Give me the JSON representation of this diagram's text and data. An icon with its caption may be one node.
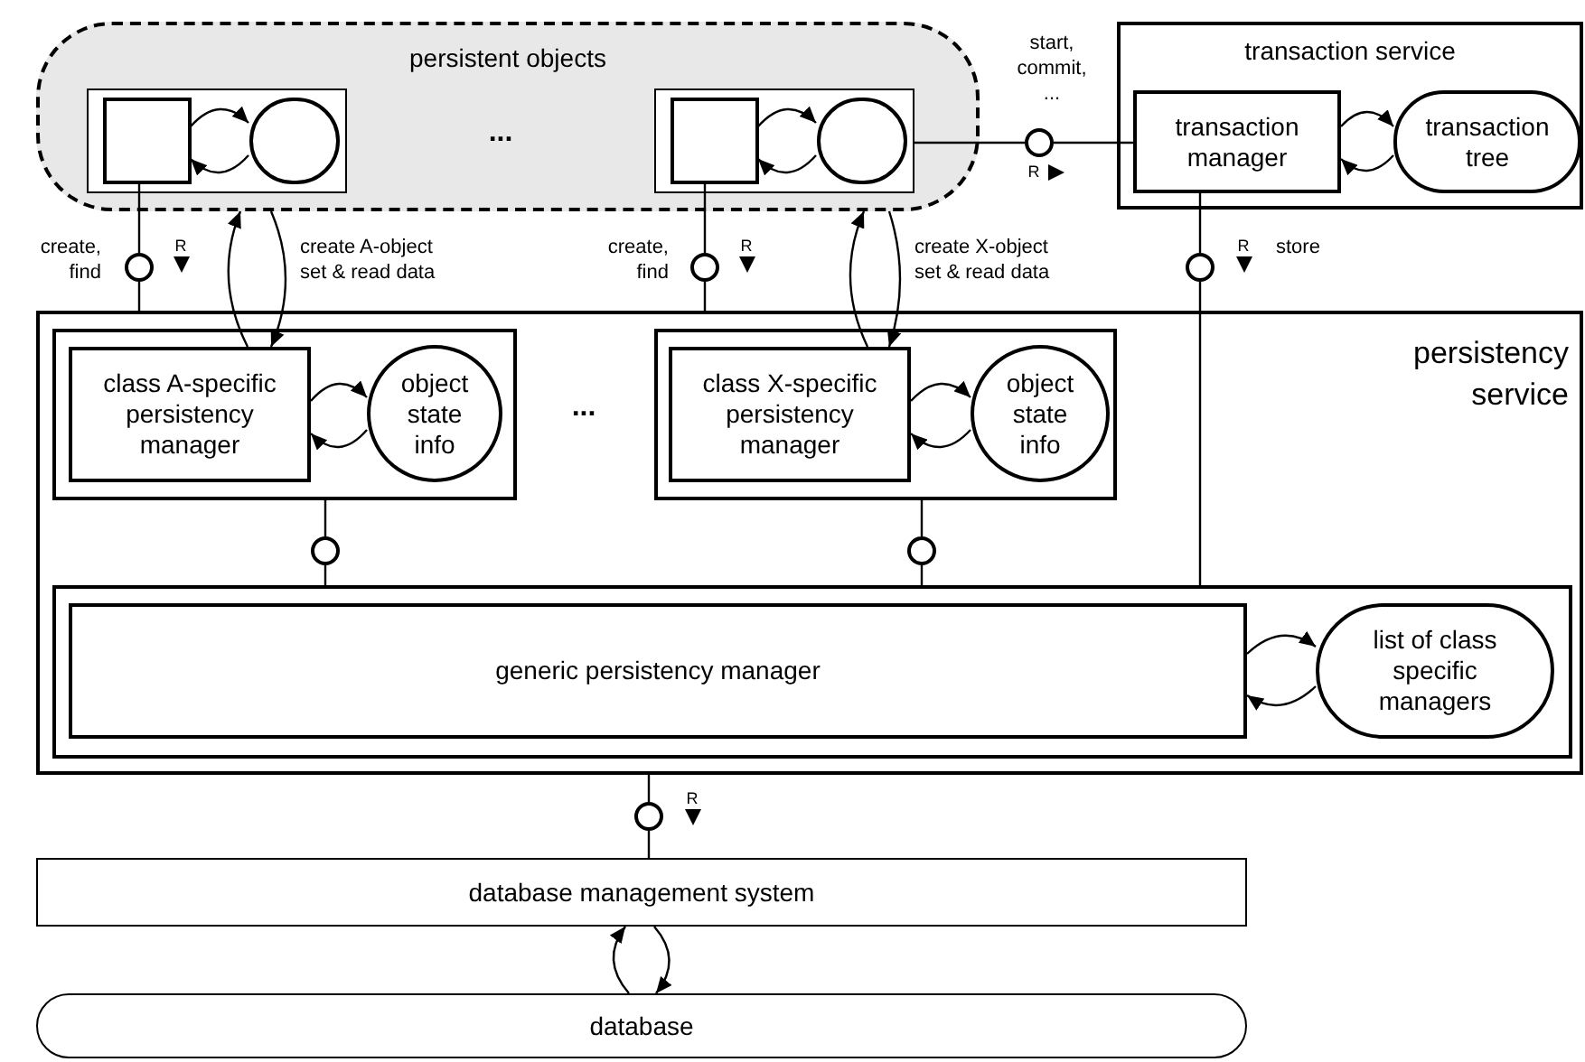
{
  "diagram": {
    "nodes": [
      {
        "text": [
          "persistent objects"
        ]
      },
      {
        "text": [],
        "shape": "box",
        "in": 0
      },
      {
        "text": [],
        "shape": "box",
        "in": 1
      },
      {
        "text": [],
        "shape": "oval",
        "in": 1
      },
      {
        "text": [],
        "shape": "box",
        "in": 0
      },
      {
        "text": [],
        "shape": "box",
        "in": 4
      },
      {
        "text": [],
        "shape": "oval",
        "in": 4
      },
      {
        "text": [
          "transaction service"
        ]
      },
      {
        "text": [
          "transaction manager"
        ],
        "in": 7
      },
      {
        "text": [
          "transaction tree"
        ],
        "in": 7
      },
      {
        "text": [
          "persistency service"
        ]
      },
      {
        "text": [],
        "shape": "box",
        "in": 10
      },
      {
        "text": [
          "class A-specific persistency manager"
        ],
        "in": 11
      },
      {
        "text": [
          "object state info"
        ],
        "in": 11
      },
      {
        "text": [],
        "shape": "box",
        "in": 10
      },
      {
        "text": [
          "class X-specific persistency manager"
        ],
        "in": 14
      },
      {
        "text": [
          "object state info"
        ],
        "in": 14
      },
      {
        "text": [],
        "shape": "box",
        "in": 10
      },
      {
        "text": [
          "generic persistency manager"
        ],
        "in": 17
      },
      {
        "text": [
          "list of class specific managers"
        ],
        "in": 17
      },
      {
        "text": [
          "database management system"
        ]
      },
      {
        "text": [
          "database"
        ]
      },
      {
        "text": [],
        "shape": "circle",
        "beside": [
          "create, find",
          "R"
        ]
      },
      {
        "text": [],
        "shape": "circle",
        "beside": [
          "create, find",
          "R"
        ]
      },
      {
        "text": [],
        "shape": "circle",
        "beside": [
          "start, commit, ...",
          "R"
        ]
      },
      {
        "text": [],
        "shape": "circle",
        "beside": [
          "R",
          "store"
        ]
      },
      {
        "text": [],
        "shape": "circle",
        "in": 10
      },
      {
        "text": [],
        "shape": "circle",
        "in": 10
      },
      {
        "text": [],
        "shape": "circle",
        "beside": [
          "R"
        ]
      }
    ],
    "edges": [
      {
        "from": 2,
        "to": 22,
        "arrow": "none"
      },
      {
        "from": 22,
        "to": 10,
        "arrow": "none"
      },
      {
        "from": 5,
        "to": 23,
        "arrow": "none"
      },
      {
        "from": 23,
        "to": 10,
        "arrow": "none"
      },
      {
        "from": 4,
        "to": 24,
        "arrow": "none"
      },
      {
        "from": 24,
        "to": 8,
        "arrow": "none"
      },
      {
        "from": 8,
        "to": 25,
        "arrow": "none"
      },
      {
        "from": 25,
        "to": 17,
        "arrow": "none"
      },
      {
        "from": 11,
        "to": 26,
        "arrow": "none"
      },
      {
        "from": 26,
        "to": 17,
        "arrow": "none"
      },
      {
        "from": 14,
        "to": 27,
        "arrow": "none"
      },
      {
        "from": 27,
        "to": 17,
        "arrow": "none"
      },
      {
        "from": 10,
        "to": 28,
        "arrow": "none"
      },
      {
        "from": 28,
        "to": 20,
        "arrow": "none"
      },
      {
        "from": 2,
        "to": 3,
        "arrow": "to"
      },
      {
        "from": 3,
        "to": 2,
        "arrow": "to"
      },
      {
        "from": 5,
        "to": 6,
        "arrow": "to"
      },
      {
        "from": 6,
        "to": 5,
        "arrow": "to"
      },
      {
        "from": 8,
        "to": 9,
        "arrow": "to"
      },
      {
        "from": 9,
        "to": 8,
        "arrow": "to"
      },
      {
        "from": 12,
        "to": 13,
        "arrow": "to"
      },
      {
        "from": 13,
        "to": 12,
        "arrow": "to"
      },
      {
        "from": 15,
        "to": 16,
        "arrow": "to"
      },
      {
        "from": 16,
        "to": 15,
        "arrow": "to"
      },
      {
        "from": 18,
        "to": 19,
        "arrow": "to"
      },
      {
        "from": 19,
        "to": 18,
        "arrow": "to"
      },
      {
        "from": 20,
        "to": 21,
        "arrow": "to"
      },
      {
        "from": 21,
        "to": 20,
        "arrow": "to"
      },
      {
        "from": 12,
        "to": 0,
        "arrow": "to"
      },
      {
        "from": 0,
        "to": 12,
        "arrow": "to",
        "label": "create A-object set & read data"
      },
      {
        "from": 15,
        "to": 0,
        "arrow": "to"
      },
      {
        "from": 0,
        "to": 15,
        "arrow": "to",
        "label": "create X-object set & read data"
      }
    ],
    "labels": [
      "...",
      "..."
    ]
  }
}
